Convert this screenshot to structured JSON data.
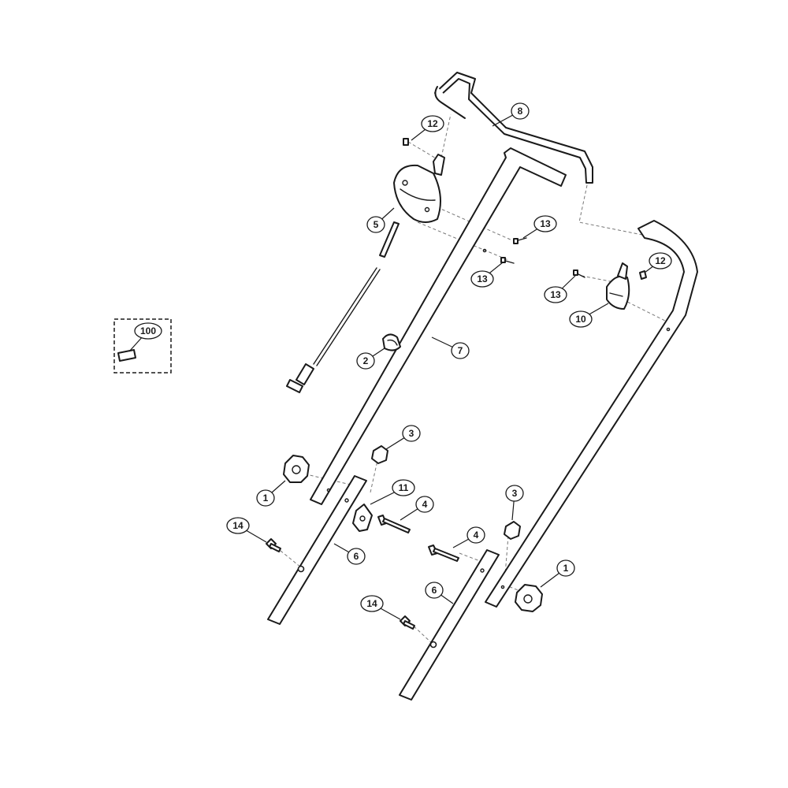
{
  "kit_label": "100",
  "callouts": [
    {
      "id": "c8",
      "label": "8"
    },
    {
      "id": "c12a",
      "label": "12"
    },
    {
      "id": "c5",
      "label": "5"
    },
    {
      "id": "c13a",
      "label": "13"
    },
    {
      "id": "c13b",
      "label": "13"
    },
    {
      "id": "c12b",
      "label": "12"
    },
    {
      "id": "c13c",
      "label": "13"
    },
    {
      "id": "c10",
      "label": "10"
    },
    {
      "id": "c2",
      "label": "2"
    },
    {
      "id": "c7",
      "label": "7"
    },
    {
      "id": "c3a",
      "label": "3"
    },
    {
      "id": "c1a",
      "label": "1"
    },
    {
      "id": "c11",
      "label": "11"
    },
    {
      "id": "c4a",
      "label": "4"
    },
    {
      "id": "c14a",
      "label": "14"
    },
    {
      "id": "c6a",
      "label": "6"
    },
    {
      "id": "c3b",
      "label": "3"
    },
    {
      "id": "c4b",
      "label": "4"
    },
    {
      "id": "c1b",
      "label": "1"
    },
    {
      "id": "c6b",
      "label": "6"
    },
    {
      "id": "c14b",
      "label": "14"
    }
  ]
}
